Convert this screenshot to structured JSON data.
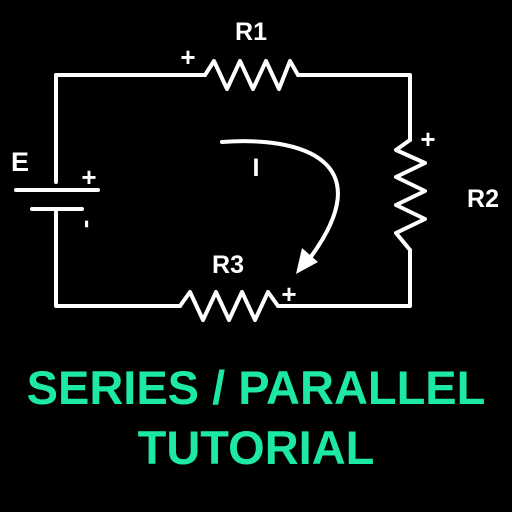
{
  "diagram": {
    "source_label": "E",
    "current_label": "I",
    "resistors": {
      "r1": "R1",
      "r2": "R2",
      "r3": "R3"
    },
    "plus_sign": "+",
    "minus_sign": "-",
    "colors": {
      "background": "#000000",
      "wire": "#ffffff",
      "title": "#1de9a5"
    }
  },
  "title": {
    "line1": "SERIES / PARALLEL",
    "line2": "TUTORIAL"
  }
}
